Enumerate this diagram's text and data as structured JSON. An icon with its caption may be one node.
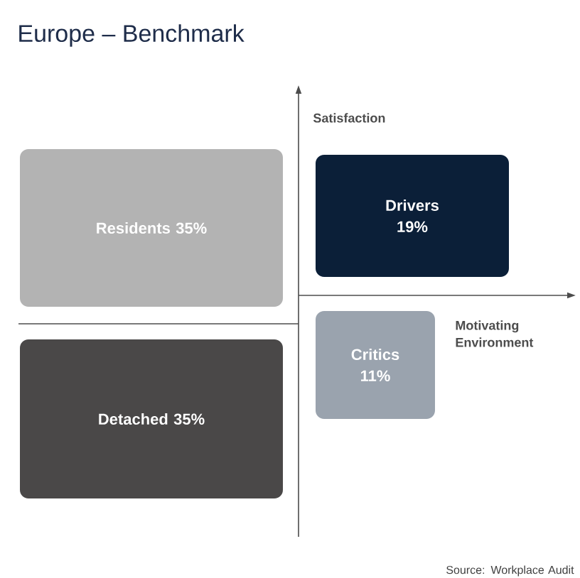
{
  "diagram": {
    "title": "Europe – Benchmark",
    "nodes": [
      {
        "text": [
          "Residents 35%"
        ]
      },
      {
        "text": [
          "Drivers 19%"
        ]
      },
      {
        "text": [
          "Critics 11%"
        ]
      },
      {
        "text": [
          "Detached 35%"
        ]
      }
    ],
    "labels": [
      "Satisfaction",
      "Motivating Environment",
      "Source: Workplace Audit"
    ]
  }
}
